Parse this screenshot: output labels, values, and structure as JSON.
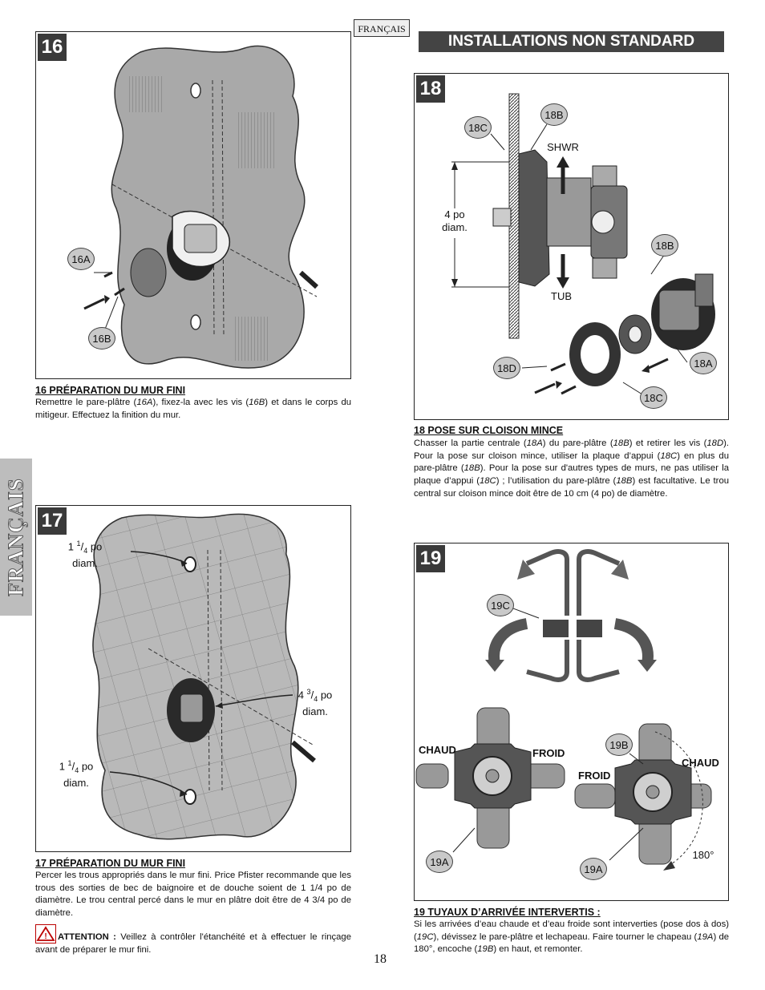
{
  "header": {
    "language_tag": "FRANÇAIS",
    "section_title": "INSTALLATIONS NON STANDARD",
    "side_tab": "FRANÇAIS"
  },
  "fig16": {
    "number": "16",
    "callouts": [
      "16A",
      "16B"
    ],
    "caption_title": "16  PRÉPARATION DU MUR FINI",
    "caption": {
      "p1": "Remettre le pare-plâtre (",
      "r1": "16A",
      "p2": "), fixez-la avec les vis (",
      "r2": "16B",
      "p3": ") et dans le corps du mitigeur.  Effectuez la finition du mur."
    }
  },
  "fig17": {
    "number": "17",
    "label_top": "1 1/4 po\ndiam.",
    "label_mid": "4 3/4 po\ndiam.",
    "label_bottom": "1 1/4 po\ndiam.",
    "caption_title": "17  PRÉPARATION DU MUR FINI",
    "caption": "Percer les trous appropriés dans le mur fini. Price Pfister recommande que les trous des sorties de bec de baignoire et de douche soient de 1 1/4 po de diamètre. Le trou central percé dans le mur en plâtre doit être de 4 3/4 po de diamètre.",
    "warning_label": "ATTENTION :",
    "warning_text": "  Veillez à contrôler l'étanchéité et à effectuer le rinçage avant de préparer le mur fini."
  },
  "fig18": {
    "number": "18",
    "callouts": [
      "18C",
      "18B",
      "18B",
      "18A",
      "18D",
      "18C"
    ],
    "label_shwr": "SHWR",
    "label_tub": "TUB",
    "label_diam": "4 po\ndiam.",
    "caption_title": "18  POSE SUR CLOISON MINCE",
    "caption": {
      "p1": "Chasser la partie centrale (",
      "r1": "18A",
      "p2": ") du pare-plâtre (",
      "r2": "18B",
      "p3": ") et retirer les vis (",
      "r3": "18D",
      "p4": "). Pour la pose sur cloison mince, utiliser la plaque d’appui (",
      "r4": "18C",
      "p5": ") en plus du pare-plâtre (",
      "r5": "18B",
      "p6": "). Pour la pose sur d'autres types de murs, ne pas utiliser la plaque d’appui (",
      "r6": "18C",
      "p7": ") ; l’utilisation du pare-plâtre (",
      "r7": "18B",
      "p8": ") est facultative. Le trou central sur cloison mince doit être de 10 cm (4 po) de diamètre."
    }
  },
  "fig19": {
    "number": "19",
    "callouts": [
      "19C",
      "19A",
      "19B",
      "19A"
    ],
    "label_chaud_left": "CHAUD",
    "label_froid_left": "FROID",
    "label_froid_right": "FROID",
    "label_chaud_right": "CHAUD",
    "label_angle": "180°",
    "caption_title": "19  TUYAUX D’ARRIVÉE INTERVERTIS :",
    "caption": {
      "p1": "Si les arrivées d’eau chaude et d’eau froide sont interverties (pose dos à dos) (",
      "r1": "19C",
      "p2": "), dévissez le pare-plâtre et lechapeau. Faire tourner le chapeau (",
      "r2": "19A",
      "p3": ") de 180°, encoche (",
      "r3": "19B",
      "p4": ") en haut, et remonter."
    }
  },
  "footer": {
    "page_number": "18"
  }
}
